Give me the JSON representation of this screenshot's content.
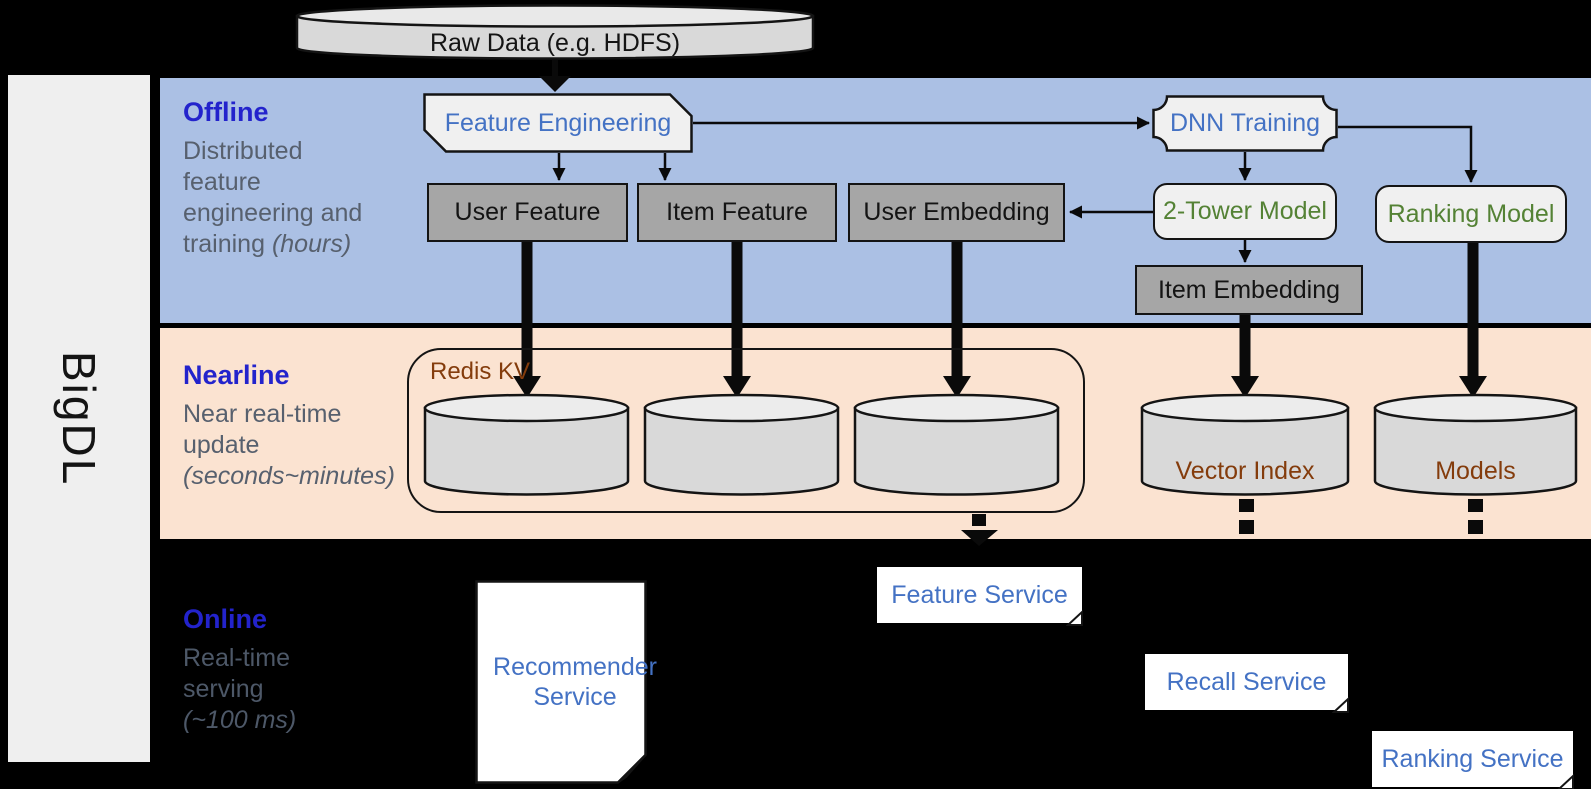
{
  "brand": {
    "label": "BigDL"
  },
  "source": {
    "raw_data_label": "Raw Data (e.g. HDFS)"
  },
  "layers": {
    "offline": {
      "title": "Offline",
      "desc": "Distributed\nfeature\nengineering and\ntraining ",
      "duration": "(hours)"
    },
    "nearline": {
      "title": "Nearline",
      "desc": "Near real-time\nupdate\n",
      "duration": "(seconds~minutes)"
    },
    "online": {
      "title": "Online",
      "desc": "Real-time\nserving\n",
      "duration": "(~100 ms)"
    }
  },
  "offline_nodes": {
    "feature_engineering": "Feature Engineering",
    "user_feature": "User Feature",
    "item_feature": "Item Feature",
    "user_embedding": "User Embedding",
    "dnn_training": "DNN Training",
    "two_tower_model": "2-Tower Model",
    "ranking_model": "Ranking Model",
    "item_embedding": "Item Embedding"
  },
  "nearline_nodes": {
    "redis_kv": "Redis KV",
    "vector_index": "Vector Index",
    "models": "Models"
  },
  "online_nodes": {
    "recommender_service": "Recommender Service",
    "feature_service": "Feature Service",
    "recall_service": "Recall Service",
    "ranking_service": "Ranking Service"
  },
  "colors": {
    "offline_band": "#abc0e4",
    "nearline_band": "#fbe3d1",
    "online_background": "#000000",
    "layer_title_blue": "#2323cc",
    "node_title_blue": "#4472c4",
    "model_green": "#548235",
    "storage_brown": "#843c0c",
    "gray_node_fill": "#a6a6a6",
    "light_node_fill": "#f0f0f0",
    "cylinder_fill": "#d9d9d9",
    "description_gray": "#57606e",
    "sidebar_gray": "#efefef"
  }
}
